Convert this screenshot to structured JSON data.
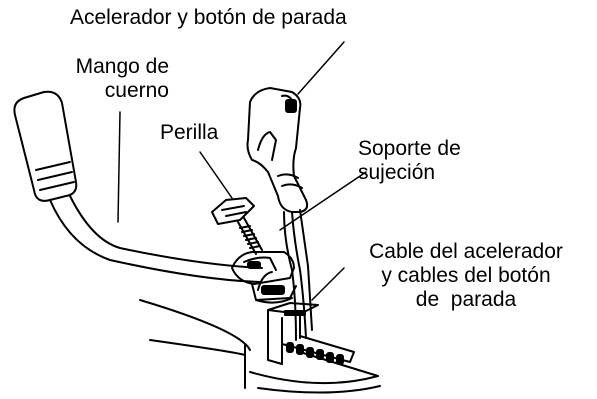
{
  "diagram": {
    "labels": {
      "throttle_stop": "Acelerador y botón de parada",
      "horn_handle": [
        "Mango de",
        "cuerno"
      ],
      "knob": "Perilla",
      "bracket": [
        "Soporte de",
        "sujeción"
      ],
      "cables": [
        "Cable del acelerador",
        "y cables del botón",
        "de  parada"
      ]
    }
  }
}
